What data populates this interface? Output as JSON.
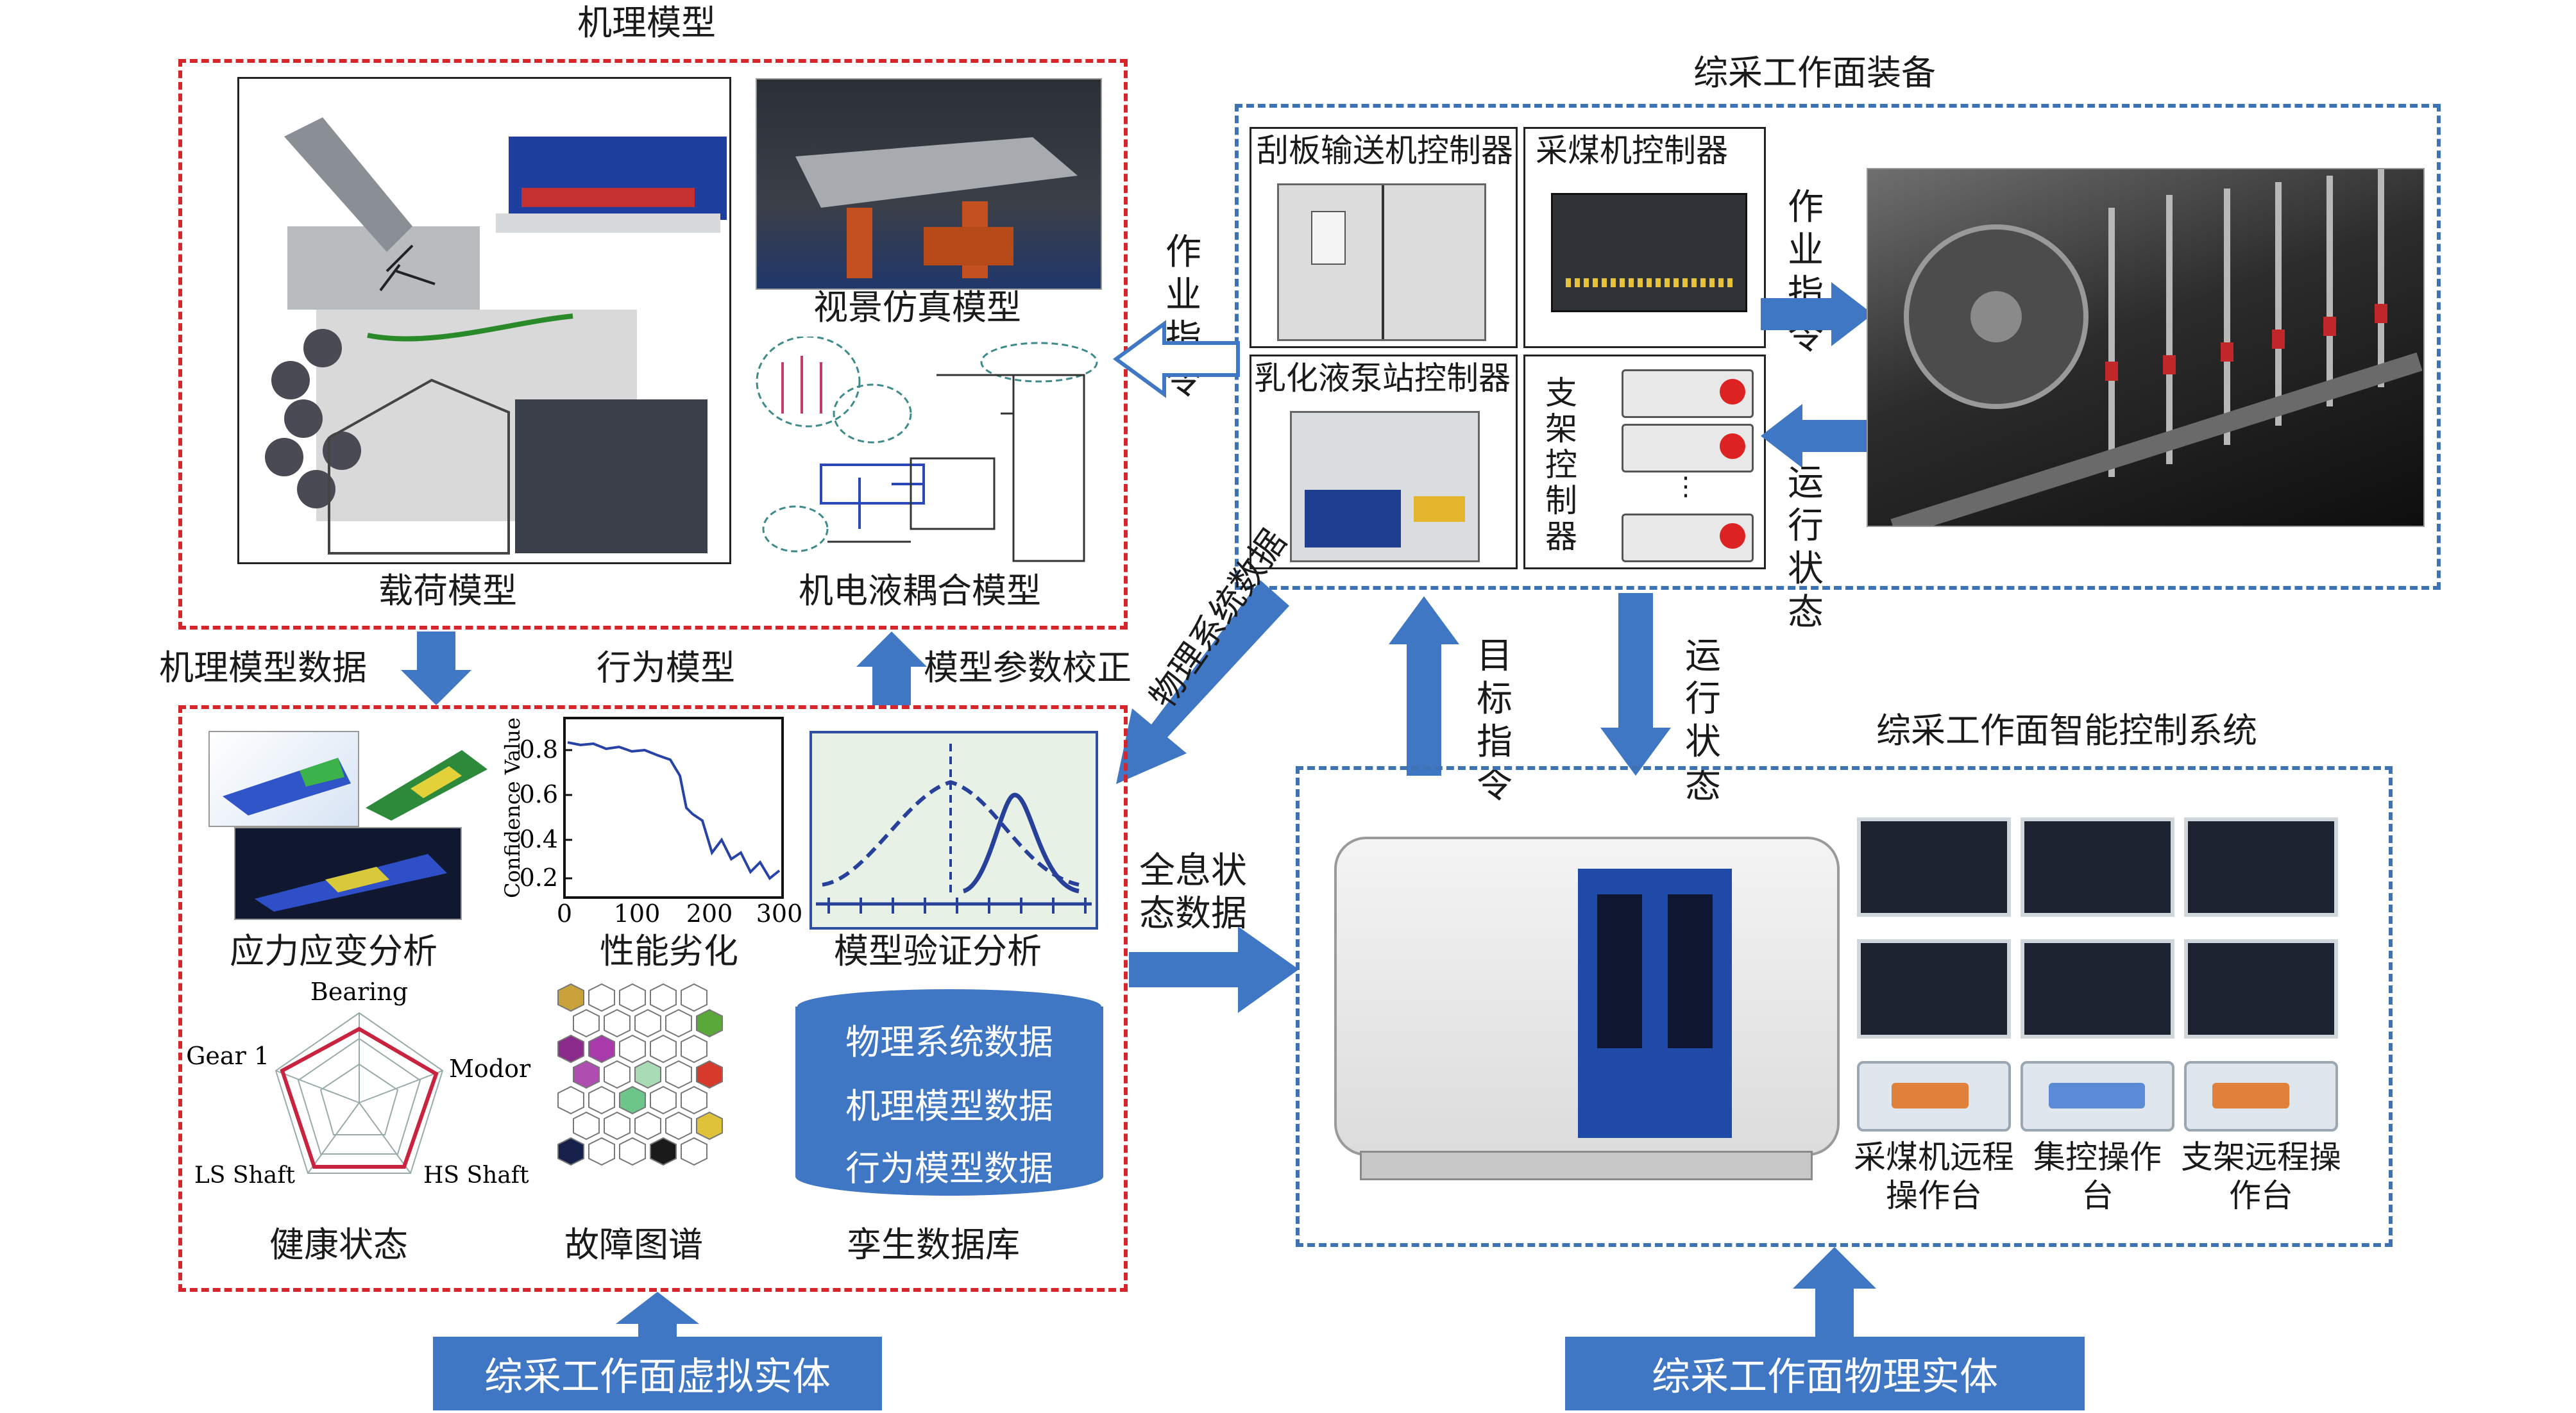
{
  "mechanism": {
    "title": "机理模型",
    "load_model": "载荷模型",
    "visual_sim_model": "视景仿真模型",
    "emh_coupling_model": "机电液耦合模型"
  },
  "equipment": {
    "title": "综采工作面装备",
    "scraper_controller": "刮板输送机控制器",
    "shearer_controller": "采煤机控制器",
    "emulsion_controller": "乳化液泵站控制器",
    "support_controller": "支架控制器",
    "op_cmd_right": "作业指令",
    "run_state_right": "运行状态"
  },
  "arrows": {
    "op_cmd_left": "作业指令",
    "mech_model_data": "机理模型数据",
    "model_param_calib": "模型参数校正",
    "physical_system_data": "物理系统数据",
    "target_cmd": "目标指令",
    "run_state_mid": "运行状态",
    "holographic_data": "全息状态数据"
  },
  "behavior": {
    "title": "行为模型",
    "stress_strain": "应力应变分析",
    "performance_degradation": "性能劣化",
    "model_validation": "模型验证分析",
    "health_state": "健康状态",
    "fault_map": "故障图谱",
    "twin_db": "孪生数据库",
    "db_layers": [
      "物理系统数据",
      "机理模型数据",
      "行为模型数据"
    ]
  },
  "perf_chart": {
    "ylabel": "Confidence Value",
    "yticks": [
      "0.8",
      "0.6",
      "0.4",
      "0.2"
    ],
    "xticks": [
      "0",
      "100",
      "200",
      "300"
    ]
  },
  "radar": {
    "labels": [
      "Bearing",
      "Modor",
      "HS Shaft",
      "LS Shaft",
      "Gear 1"
    ]
  },
  "control_system": {
    "title": "综采工作面智能控制系统",
    "shearer_console": "采煤机远程操作台",
    "central_console": "集控操作台",
    "support_console": "支架远程操作台"
  },
  "bottom": {
    "virtual_entity": "综采工作面虚拟实体",
    "physical_entity": "综采工作面物理实体"
  },
  "colors": {
    "red_dash": "#d6262b",
    "blue_dash": "#3d73b5",
    "arrow_blue": "#3f77c4"
  }
}
